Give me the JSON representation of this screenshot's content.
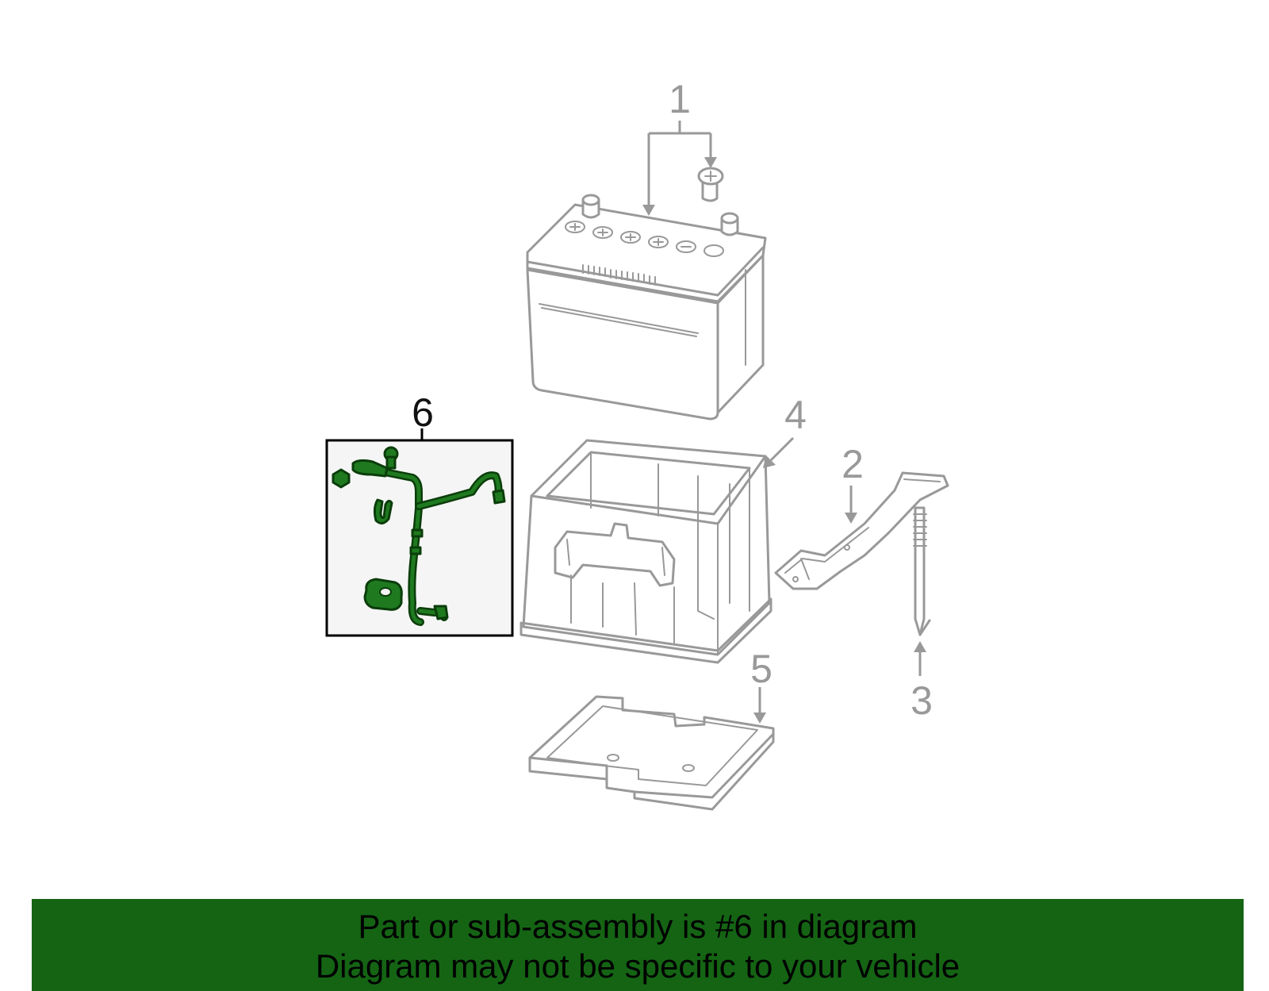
{
  "colors": {
    "highlight_green": "#1f7a1f",
    "banner_green": "#146414",
    "inactive_gray": "#999999",
    "inset_background": "#f5f5f5"
  },
  "callouts": {
    "part1": "1",
    "part2": "2",
    "part3": "3",
    "part4": "4",
    "part5": "5",
    "part6": "6"
  },
  "banner": {
    "line1": "Part or sub-assembly is #6 in diagram",
    "line2": "Diagram may not be specific to your vehicle"
  }
}
